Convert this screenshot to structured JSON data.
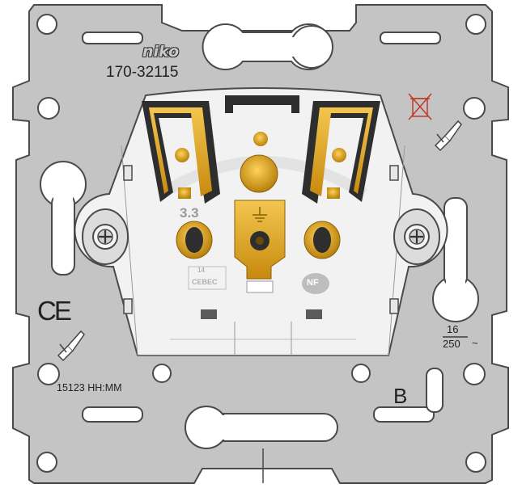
{
  "product": {
    "brand": "niko",
    "part_number": "170-32115",
    "date_code": "15123 HH:MM",
    "variant_letter": "B",
    "ground_marking": "3.3",
    "certification_ce": "CE",
    "certification_nf": "NF",
    "cebec_top": "14",
    "cebec_bottom": "CEBEC",
    "rating_current": "16",
    "rating_voltage": "250",
    "rating_symbol": "~"
  },
  "colors": {
    "frame": "#c4c4c4",
    "frame_outline": "#4a4a4a",
    "socket_body": "#f2f2f2",
    "brass": "#d29a14",
    "brass_light": "#f0c04a",
    "dark": "#2e2e2e",
    "marking_red": "#c0392b"
  },
  "icons": [
    "screw-icon",
    "screwdriver-icon",
    "no-bin-icon",
    "ground-symbol-icon"
  ]
}
